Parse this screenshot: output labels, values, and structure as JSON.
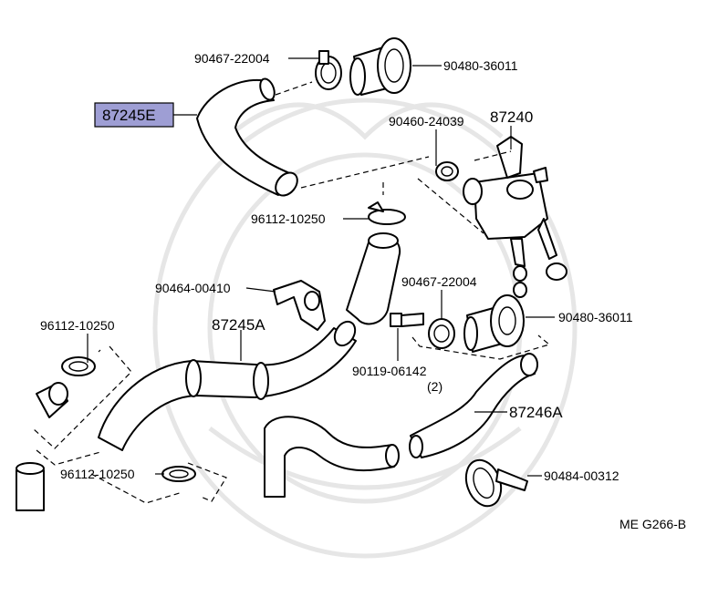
{
  "diagram_code": "ME G266-B",
  "highlight_color": "#9e9ed4",
  "labels": {
    "p90467_top": "90467-22004",
    "p90480_top": "90480-36011",
    "p87245E": "87245E",
    "p90460": "90460-24039",
    "p87240": "87240",
    "p96112_mid": "96112-10250",
    "p90464": "90464-00410",
    "p90467_mid": "90467-22004",
    "p90480_mid": "90480-36011",
    "p96112_left": "96112-10250",
    "p87245A": "87245A",
    "p90119": "90119-06142",
    "p90119_qty": "(2)",
    "p87246A": "87246A",
    "p96112_bottom": "96112-10250",
    "p90484": "90484-00312"
  }
}
